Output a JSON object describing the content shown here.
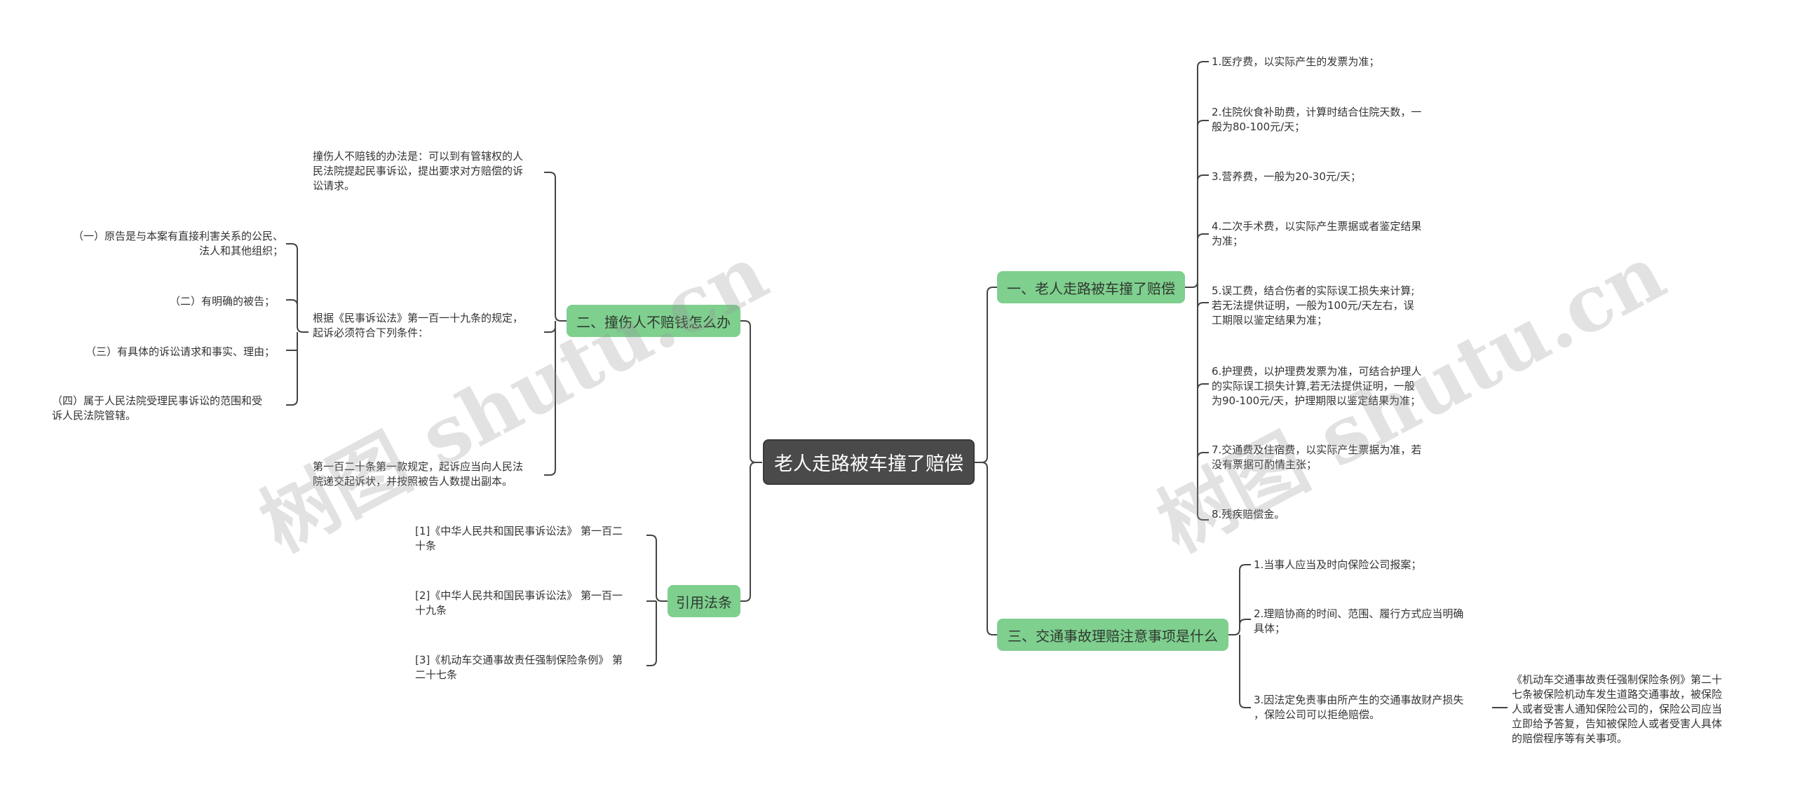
{
  "mindmap": {
    "root": {
      "label": "老人走路被车撞了赔偿"
    },
    "branches": {
      "b1": {
        "label": "一、老人走路被车撞了赔偿"
      },
      "b2": {
        "label": "二、撞伤人不赔钱怎么办"
      },
      "b3": {
        "label": "三、交通事故理赔注意事项是什么"
      },
      "b4": {
        "label": "引用法条"
      }
    },
    "leaves": {
      "b1": [
        "1.医疗费，以实际产生的发票为准；",
        "2.住院伙食补助费，计算时结合住院天数，一\n般为80-100元/天；",
        "3.营养费，一般为20-30元/天；",
        "4.二次手术费，以实际产生票据或者鉴定结果\n为准；",
        "5.误工费，结合伤者的实际误工损失来计算;\n若无法提供证明，一般为100元/天左右，误\n工期限以鉴定结果为准；",
        "6.护理费，以护理费发票为准，可结合护理人\n的实际误工损失计算,若无法提供证明，一般\n为90-100元/天，护理期限以鉴定结果为准；",
        "7.交通费及住宿费，以实际产生票据为准，若\n没有票据可酌情主张；",
        "8.残疾赔偿金。"
      ],
      "b2": [
        "撞伤人不赔钱的办法是：可以到有管辖权的人\n民法院提起民事诉讼，提出要求对方赔偿的诉\n讼请求。",
        "根据《民事诉讼法》第一百一十九条的规定，\n起诉必须符合下列条件：",
        "第一百二十条第一款规定，起诉应当向人民法\n院递交起诉状，并按照被告人数提出副本。"
      ],
      "b2sub": [
        "（一）原告是与本案有直接利害关系的公民、\n法人和其他组织；",
        "（二）有明确的被告；",
        "（三）有具体的诉讼请求和事实、理由；",
        "（四）属于人民法院受理民事诉讼的范围和受\n诉人民法院管辖。"
      ],
      "b3": [
        "1.当事人应当及时向保险公司报案；",
        "2.理赔协商的时间、范围、履行方式应当明确\n具体；",
        "3.因法定免责事由所产生的交通事故财产损失\n，保险公司可以拒绝赔偿。"
      ],
      "b3sub": [
        "《机动车交通事故责任强制保险条例》第二十\n七条被保险机动车发生道路交通事故，被保险\n人或者受害人通知保险公司的，保险公司应当\n立即给予答复，告知被保险人或者受害人具体\n的赔偿程序等有关事项。"
      ],
      "b4": [
        "[1]《中华人民共和国民事诉讼法》 第一百二\n十条",
        "[2]《中华人民共和国民事诉讼法》 第一百一\n十九条",
        "[3]《机动车交通事故责任强制保险条例》 第\n二十七条"
      ]
    },
    "watermarks": [
      "树图 shutu.cn",
      "树图 shutu.cn"
    ]
  },
  "colors": {
    "root_bg": "#4a4a4a",
    "branch_bg": "#7fcf8f",
    "line": "#444444"
  }
}
